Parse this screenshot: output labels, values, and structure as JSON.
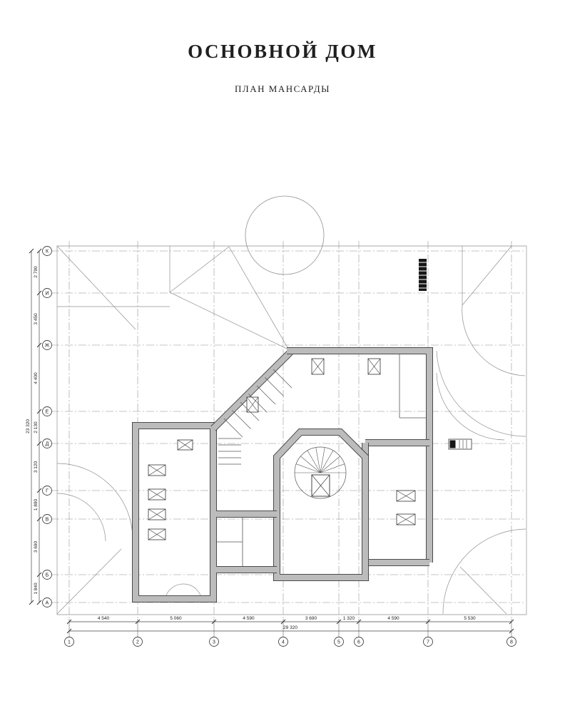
{
  "page": {
    "title": "ОСНОВНОЙ ДОМ",
    "subtitle": "ПЛАН МАНСАРДЫ"
  },
  "plan": {
    "axes_bottom": [
      "1",
      "2",
      "3",
      "4",
      "5",
      "6",
      "7",
      "8"
    ],
    "axes_left": [
      "К",
      "И",
      "Ж",
      "Е",
      "Д",
      "Г",
      "В",
      "Б",
      "А"
    ],
    "dims_bottom": [
      "4 540",
      "5 060",
      "4 590",
      "3 690",
      "1 320",
      "4 590",
      "5 530"
    ],
    "dims_bottom_total": "29 320",
    "dims_left": [
      "2 790",
      "3 450",
      "4 400",
      "2 130",
      "3 120",
      "1 890",
      "3 690",
      "1 840"
    ],
    "dims_left_total": "23 320"
  },
  "colors": {
    "wall_fill": "#bcbcbc",
    "wall_edge": "#3d3d3d",
    "grid": "#8a8a8a",
    "line": "#8f8f8f",
    "text": "#1f1f1f"
  }
}
